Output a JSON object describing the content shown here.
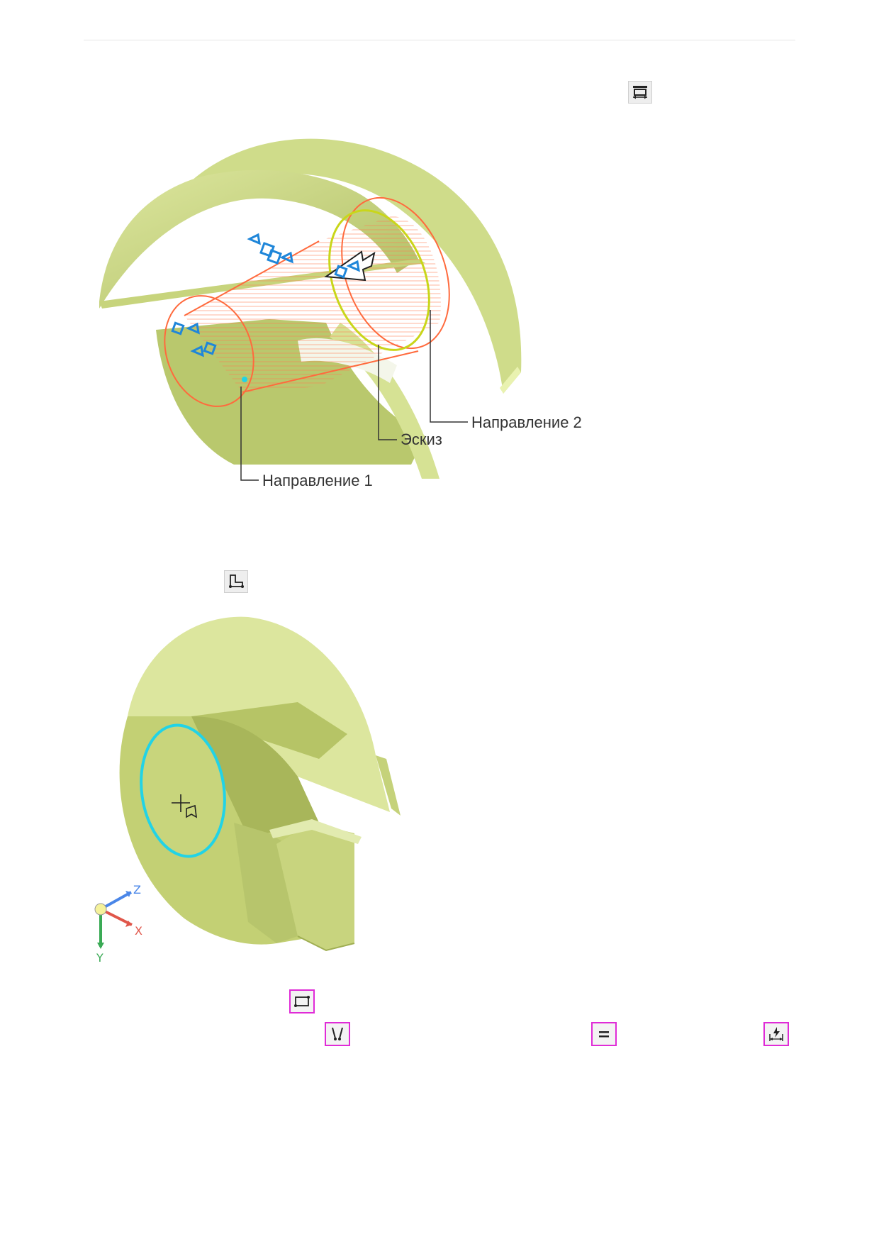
{
  "figure1": {
    "callouts": {
      "direction2": "Направление 2",
      "sketch": "Эскиз",
      "direction1": "Направление 1"
    }
  },
  "figure2": {
    "axes": {
      "z": "Z",
      "x": "X",
      "y": "Y"
    }
  },
  "colors": {
    "part_green": "#d8e39a",
    "highlight_magenta": "#e02bd7",
    "selection_cyan": "#22d3e6",
    "preview_orange": "#ff6a3d"
  },
  "icons": {
    "top_toolbar": "extrude-between-planes-icon",
    "sketch": "sketch-icon",
    "rectangle": "rectangle-icon",
    "parallel": "parallel-constraint-icon",
    "equal": "equal-constraint-icon",
    "auto_dimension": "auto-dimension-icon"
  }
}
